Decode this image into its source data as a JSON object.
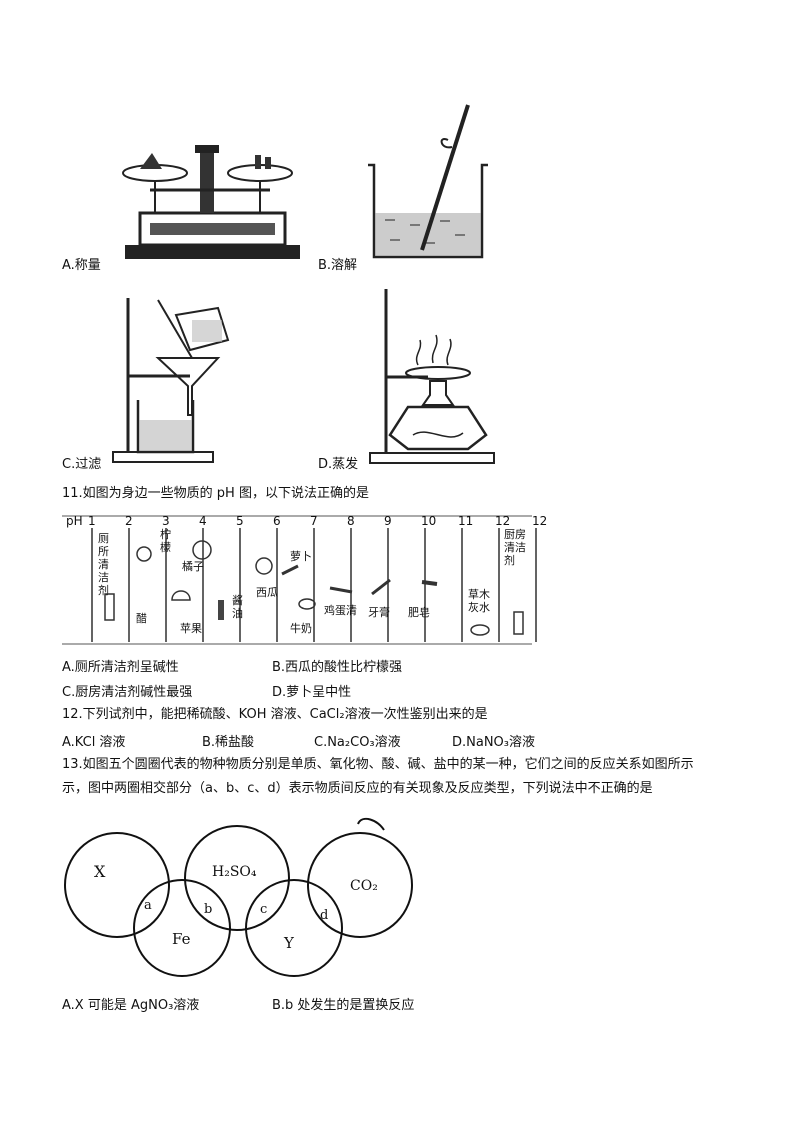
{
  "q10": {
    "options": {
      "a": "A.称量",
      "b": "B.溶解",
      "c": "C.过滤",
      "d": "D.蒸发"
    }
  },
  "q11": {
    "stem": "11.如图为身边一些物质的 pH 图，以下说法正确的是",
    "ph_label": "pH",
    "ticks": [
      "1",
      "2",
      "3",
      "4",
      "5",
      "6",
      "7",
      "8",
      "9",
      "10",
      "11",
      "12",
      "12"
    ],
    "items": [
      {
        "label": "厕所清洁剂"
      },
      {
        "label": "柠檬"
      },
      {
        "label": "橘子"
      },
      {
        "label": "醋"
      },
      {
        "label": "苹果"
      },
      {
        "label": "酱油"
      },
      {
        "label": "西瓜"
      },
      {
        "label": "萝卜"
      },
      {
        "label": "牛奶"
      },
      {
        "label": "鸡蛋清"
      },
      {
        "label": "牙膏"
      },
      {
        "label": "肥皂"
      },
      {
        "label": "草木灰水"
      },
      {
        "label": "厨房清洁剂"
      }
    ],
    "options": {
      "a": "A.厕所清洁剂呈碱性",
      "b": "B.西瓜的酸性比柠檬强",
      "c": "C.厨房清洁剂碱性最强",
      "d": "D.萝卜呈中性"
    }
  },
  "q12": {
    "stem": "12.下列试剂中，能把稀硫酸、KOH 溶液、CaCl₂溶液一次性鉴别出来的是",
    "options": {
      "a": "A.KCl 溶液",
      "b": "B.稀盐酸",
      "c": "C.Na₂CO₃溶液",
      "d": "D.NaNO₃溶液"
    }
  },
  "q13": {
    "stem_line1": "13.如图五个圆圈代表的物种物质分别是单质、氧化物、酸、碱、盐中的某一种，它们之间的反应关系如图所示",
    "stem_line2": "示，图中两圈相交部分（a、b、c、d）表示物质间反应的有关现象及反应类型，下列说法中不正确的是",
    "circles": {
      "x": "X",
      "h2so4": "H₂SO₄",
      "co2": "CO₂",
      "fe": "Fe",
      "y": "Y"
    },
    "intersections": {
      "a": "a",
      "b": "b",
      "c": "c",
      "d": "d"
    },
    "options": {
      "a": "A.X 可能是 AgNO₃溶液",
      "b": "B.b 处发生的是置换反应"
    }
  }
}
